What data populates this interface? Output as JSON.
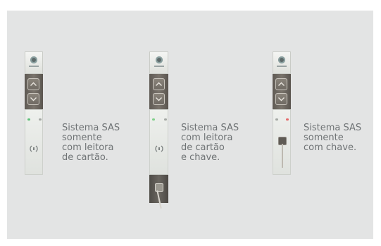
{
  "captions": [
    {
      "lines": [
        "Sistema SAS",
        "somente",
        "com leitora",
        "de cartão."
      ]
    },
    {
      "lines": [
        "Sistema SAS",
        "com leitora",
        "de cartão",
        "e chave."
      ]
    },
    {
      "lines": [
        "Sistema SAS",
        "somente",
        "com chave."
      ]
    }
  ],
  "devices": [
    {
      "id": "card-only",
      "led_left": "#5fc07a",
      "led_right": "#a4a8a4",
      "has_card_reader": true,
      "has_key": false
    },
    {
      "id": "card-and-key",
      "led_left": "#7fd08a",
      "led_right": "#a4a8a4",
      "has_card_reader": true,
      "has_key": true
    },
    {
      "id": "key-only",
      "led_left": "#a4a8a4",
      "led_right": "#e56a6a",
      "has_card_reader": false,
      "has_key": true
    }
  ]
}
